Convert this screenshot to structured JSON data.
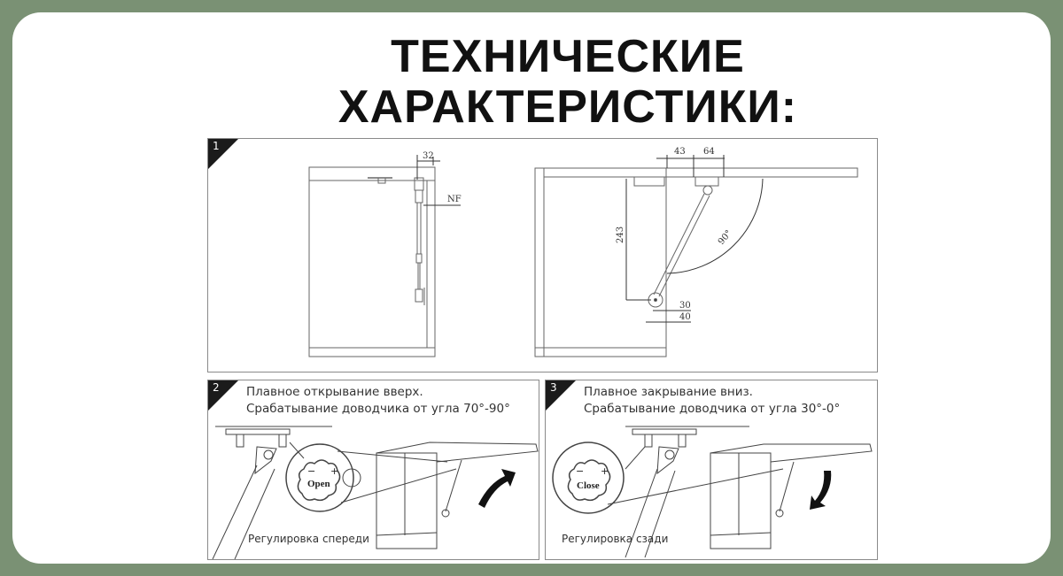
{
  "title": {
    "line1": "ТЕХНИЧЕСКИЕ",
    "line2": "ХАРАКТЕРИСТИКИ:"
  },
  "colors": {
    "background": "#7a9174",
    "card": "#ffffff",
    "badge": "#1b1b1b",
    "line": "#555555"
  },
  "panels": [
    {
      "number": "1",
      "dimensions": {
        "closed": {
          "width_top": "32",
          "offset": "NF"
        },
        "open": {
          "dim_a": "43",
          "dim_b": "64",
          "height": "243",
          "angle": "90°",
          "bottom_a": "30",
          "bottom_b": "40"
        }
      }
    },
    {
      "number": "2",
      "text_line1": "Плавное открывание вверх.",
      "text_line2": "Срабатывание доводчика от угла 70°-90°",
      "knob_label": "Open",
      "caption": "Регулировка спереди",
      "arrow": "arrow-up-curved"
    },
    {
      "number": "3",
      "text_line1": "Плавное закрывание вниз.",
      "text_line2": "Срабатывание доводчика от угла 30°-0°",
      "knob_label": "Close",
      "caption": "Регулировка сзади",
      "arrow": "arrow-down-curved"
    }
  ]
}
